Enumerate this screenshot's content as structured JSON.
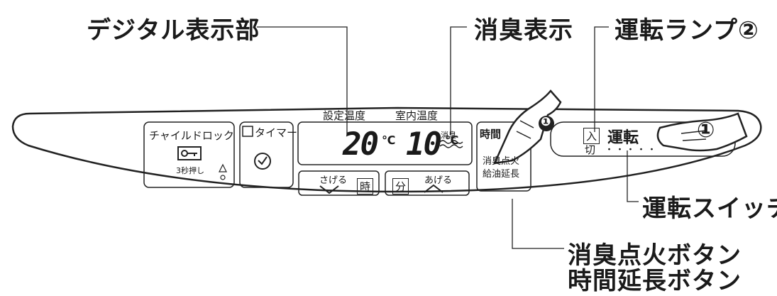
{
  "callouts": {
    "digital_display": "デジタル表示部",
    "deodorize_display": "消臭表示",
    "run_lamp": "運転ランプ②",
    "run_switch": "運転スイッチ",
    "deodorize_ignite_button": "消臭点火ボタン",
    "time_extend_button": "時間延長ボタン"
  },
  "panel": {
    "child_lock": {
      "label": "チャイルドロック",
      "sub": "3秒押し",
      "icon": "key-icon"
    },
    "timer": {
      "label": "タイマー",
      "icon": "clock-icon"
    },
    "display": {
      "set_temp_label": "設定温度",
      "room_temp_label": "室内温度",
      "set_temp_value": "20",
      "room_temp_value": "10",
      "unit": "℃",
      "deodorize_indicator": "消臭"
    },
    "down_button": {
      "label": "さげる",
      "key": "時"
    },
    "up_button": {
      "label": "あげる",
      "key": "分"
    },
    "time_button": {
      "label": "時間",
      "line1": "消臭点火",
      "line2": "給油延長"
    },
    "run": {
      "on": "入",
      "off": "切",
      "label": "運転",
      "dots": "・・・・・"
    },
    "step_marker_1": "❶",
    "step_marker_2": "①"
  },
  "colors": {
    "ink": "#1a1a1a",
    "paper": "#ffffff"
  }
}
